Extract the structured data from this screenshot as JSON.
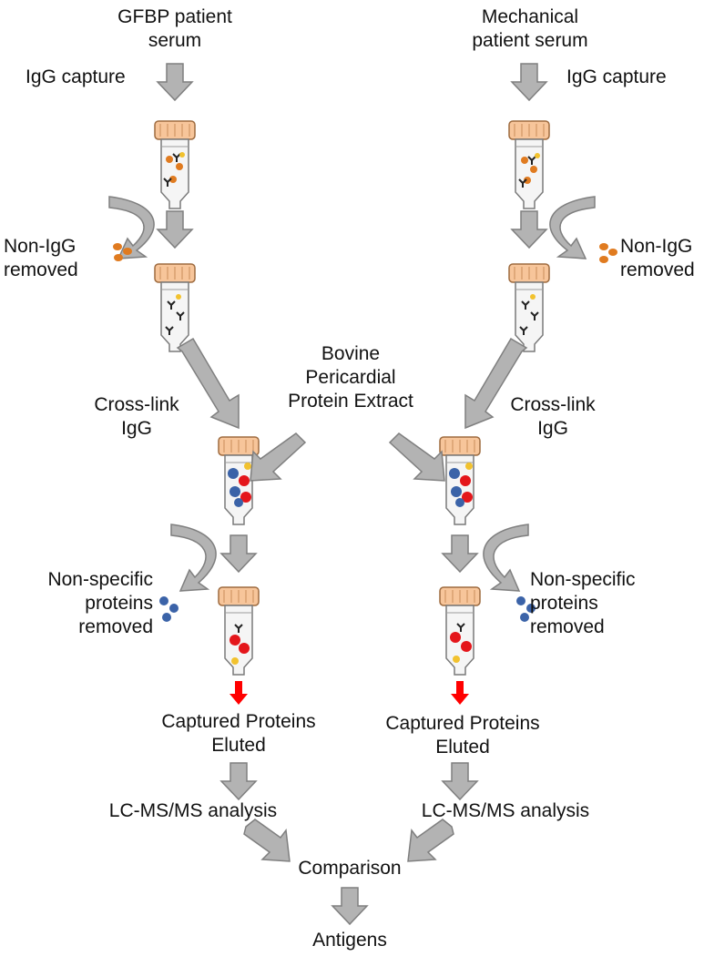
{
  "left_column": {
    "source_line1": "GFBP patient",
    "source_line2": "serum",
    "igg_capture": "IgG capture",
    "non_igg_line1": "Non-IgG",
    "non_igg_line2": "removed",
    "crosslink_line1": "Cross-link",
    "crosslink_line2": "IgG",
    "nonspecific_line1": "Non-specific",
    "nonspecific_line2": "proteins",
    "nonspecific_line3": "removed",
    "captured_line1": "Captured Proteins",
    "captured_line2": "Eluted",
    "analysis": "LC-MS/MS analysis"
  },
  "right_column": {
    "source_line1": "Mechanical",
    "source_line2": "patient serum",
    "igg_capture": "IgG capture",
    "non_igg_line1": "Non-IgG",
    "non_igg_line2": "removed",
    "crosslink_line1": "Cross-link",
    "crosslink_line2": "IgG",
    "nonspecific_line1": "Non-specific",
    "nonspecific_line2": "proteins",
    "nonspecific_line3": "removed",
    "captured_line1": "Captured Proteins",
    "captured_line2": "Eluted",
    "analysis": "LC-MS/MS analysis"
  },
  "center": {
    "extract_line1": "Bovine",
    "extract_line2": "Pericardial",
    "extract_line3": "Protein Extract",
    "comparison": "Comparison",
    "antigens": "Antigens"
  },
  "colors": {
    "arrow_fill": "#b3b3b3",
    "arrow_stroke": "#7f7f7f",
    "elution_arrow": "#ff0000",
    "tube_cap": "#f7c59a",
    "tube_cap_stroke": "#b07a4a",
    "tube_body": "#f2f2f2",
    "non_igg_protein": "#e07b20",
    "nonspecific_protein": "#3b63a8",
    "antigen_protein": "#e4161b",
    "igg": "#222222",
    "yellow_bead": "#f2c22e"
  }
}
